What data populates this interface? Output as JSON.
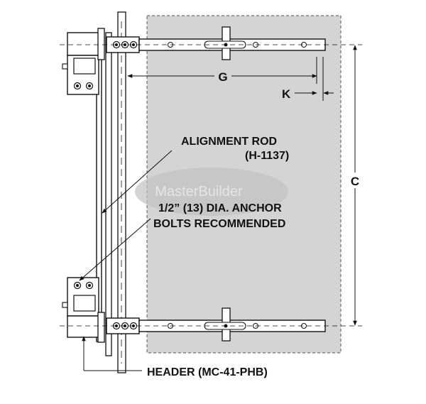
{
  "labels": {
    "dim_g": "G",
    "dim_k": "K",
    "dim_c": "C",
    "alignment_rod_line1": "ALIGNMENT ROD",
    "alignment_rod_line2": "(H-1137)",
    "anchor_line1": "1/2” (13) DIA. ANCHOR",
    "anchor_line2": "BOLTS RECOMMENDED",
    "header": "HEADER (MC-41-PHB)"
  },
  "watermark": "MasterBuilder",
  "colors": {
    "panel_fill": "#d4d4d4",
    "line": "#111111"
  }
}
